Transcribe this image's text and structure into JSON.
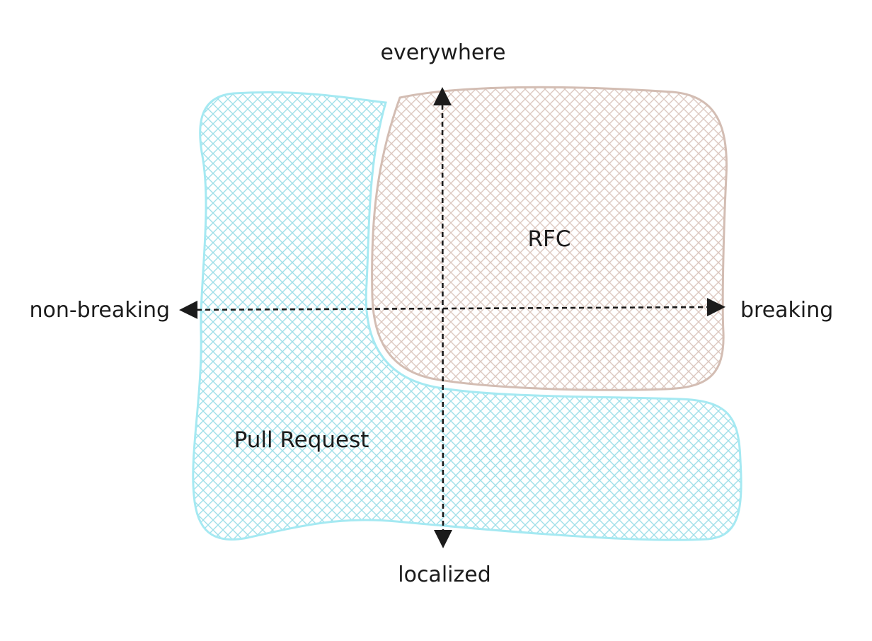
{
  "axes": {
    "top_label": "everywhere",
    "bottom_label": "localized",
    "left_label": "non-breaking",
    "right_label": "breaking"
  },
  "regions": {
    "pull_request": {
      "label": "Pull Request",
      "fill_color": "#a5e9f2",
      "stroke_color": "#a5e9f2"
    },
    "rfc": {
      "label": "RFC",
      "fill_color": "#e8d5cf",
      "stroke_color": "#d3bdb3"
    }
  },
  "colors": {
    "axis_line": "#1b1b1b",
    "hatch_pull_request": "#9fdfe9",
    "hatch_rfc": "#dcc8c0"
  }
}
